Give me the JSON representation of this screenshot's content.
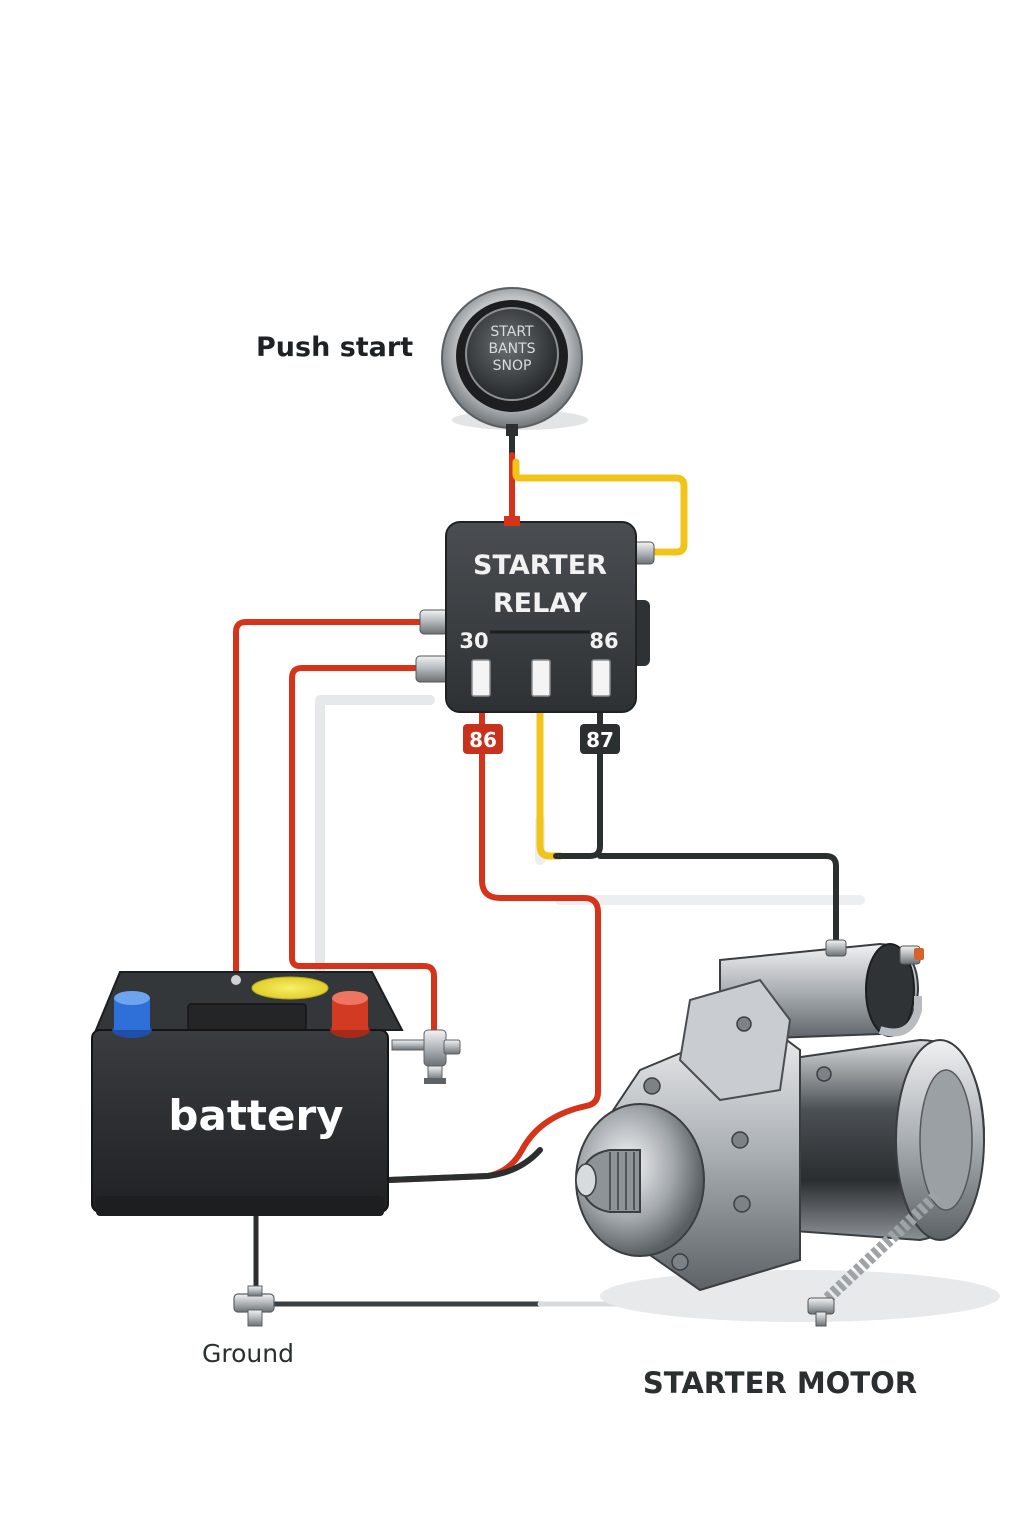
{
  "labels": {
    "push_start": "Push start",
    "button_face": [
      "START",
      "BANTS",
      "SNOP"
    ],
    "relay_title": [
      "STARTER",
      "RELAY"
    ],
    "relay_pin_30": "30",
    "relay_pin_86_top": "86",
    "tag_86": "86",
    "tag_87": "87",
    "battery": "battery",
    "ground": "Ground",
    "starter_motor": "STARTER MOTOR"
  },
  "colors": {
    "wire_red": "#d6341a",
    "wire_yellow": "#f0c419",
    "wire_black": "#2b2f30",
    "battery_body": "#2a2d2f",
    "terminal_positive": "#d23a24",
    "terminal_negative": "#2f6fd8",
    "relay_body": "#3a3d40",
    "tag_86_bg": "#c8321c",
    "tag_87_bg": "#2b2f30"
  }
}
